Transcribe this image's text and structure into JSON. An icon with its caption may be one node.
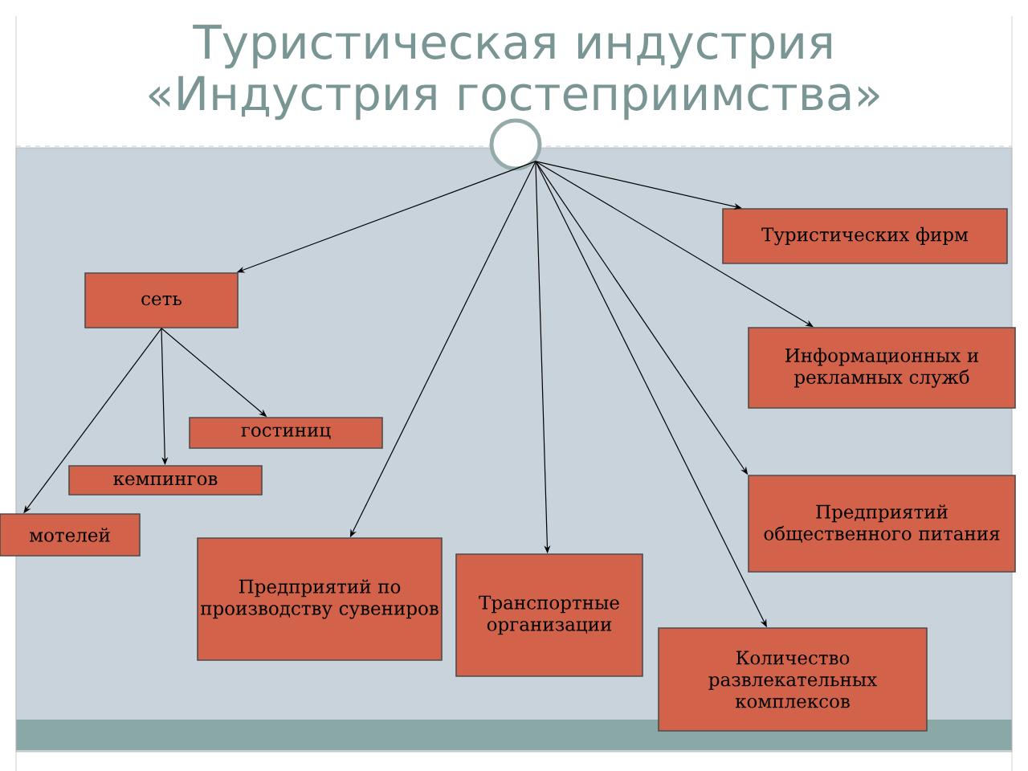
{
  "diagram": {
    "title": "Туристическая индустрия «Индустрия гостеприимства»",
    "nodes": [
      {
        "text": [],
        "shape": "circle"
      },
      {
        "text": [
          "Туристических фирм"
        ]
      },
      {
        "text": [
          "сеть"
        ]
      },
      {
        "text": [
          "Информационных и рекламных служб"
        ]
      },
      {
        "text": [
          "гостиниц"
        ]
      },
      {
        "text": [
          "кемпингов"
        ]
      },
      {
        "text": [
          "Предприятий общественного питания"
        ]
      },
      {
        "text": [
          "мотелей"
        ]
      },
      {
        "text": [
          "Предприятий по производству сувениров"
        ]
      },
      {
        "text": [
          "Транспортные организации"
        ]
      },
      {
        "text": [
          "Количество развлекательных комплексов"
        ]
      }
    ],
    "edges": [
      {
        "from": 0,
        "to": 2,
        "arrow": "to"
      },
      {
        "from": 0,
        "to": 1,
        "arrow": "to"
      },
      {
        "from": 0,
        "to": 3,
        "arrow": "to"
      },
      {
        "from": 0,
        "to": 6,
        "arrow": "to"
      },
      {
        "from": 0,
        "to": 10,
        "arrow": "to"
      },
      {
        "from": 0,
        "to": 9,
        "arrow": "to"
      },
      {
        "from": 0,
        "to": 8,
        "arrow": "to"
      },
      {
        "from": 2,
        "to": 4,
        "arrow": "to"
      },
      {
        "from": 2,
        "to": 5,
        "arrow": "to"
      },
      {
        "from": 2,
        "to": 7,
        "arrow": "to"
      }
    ]
  }
}
